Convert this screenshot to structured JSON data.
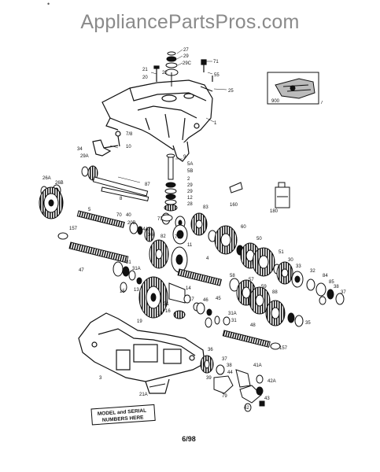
{
  "watermark": "AppliancePartsPros.com",
  "page_number": "6/98",
  "model_note": [
    "MODEL and SERIAL",
    "NUMBERS HERE"
  ],
  "part_labels": {
    "p27": "27",
    "p29": "29",
    "p29c": "29C",
    "p21": "21",
    "p22": "22",
    "p20": "20",
    "p71": "71",
    "p55": "55",
    "p25": "25",
    "p900": "900",
    "p1": "1",
    "p7b": "7/8",
    "p10": "10",
    "p34": "34",
    "p29a": "29A",
    "p26a": "26A",
    "p26b": "26B",
    "p6": "6",
    "p5": "5",
    "p9": "9",
    "p5a": "5A",
    "p5b": "5B",
    "p2": "2",
    "p23": "23",
    "p12": "12",
    "p28": "28",
    "p87": "87",
    "p8": "8",
    "p70": "70",
    "p40": "40",
    "p20b": "20B",
    "p54a": "54A",
    "p36": "36",
    "p77": "77",
    "p76": "76",
    "p83": "83",
    "p82": "82",
    "p11": "11",
    "p157a": "157",
    "p47": "47",
    "p31": "31",
    "p31a": "31A",
    "p15": "15",
    "p13": "13",
    "p60": "60",
    "p50": "50",
    "p51": "51",
    "p30": "30",
    "p33": "33",
    "p32": "32",
    "p84": "84",
    "p85": "85",
    "p38": "38",
    "p37": "37",
    "p4": "4",
    "p58": "58",
    "p57": "57",
    "p59": "59",
    "p88": "88",
    "p160": "160",
    "p180": "180",
    "p14": "14",
    "p17": "17",
    "p16": "16",
    "p19": "19",
    "p18": "18",
    "p46": "46",
    "p45": "45",
    "p35": "35",
    "p48": "48",
    "p157b": "157",
    "p3": "3",
    "p39": "39",
    "p41a": "41A",
    "p42a": "42A",
    "p43": "43",
    "p42": "42",
    "p79": "79",
    "p21a": "21A",
    "p44": "44"
  }
}
